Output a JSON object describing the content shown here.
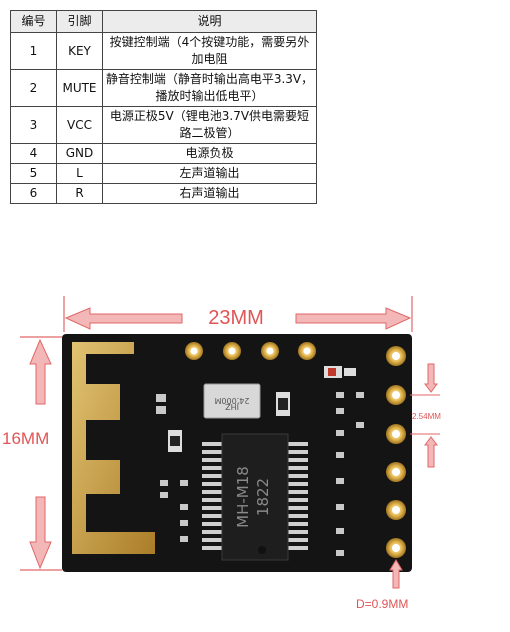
{
  "table": {
    "headers": [
      "编号",
      "引脚",
      "说明"
    ],
    "rows": [
      {
        "num": "1",
        "pin": "KEY",
        "desc": "按键控制端（4个按键功能，需要另外加电阻"
      },
      {
        "num": "2",
        "pin": "MUTE",
        "desc": "静音控制端（静音时输出高电平3.3V，播放时输出低电平）"
      },
      {
        "num": "3",
        "pin": "VCC",
        "desc": "电源正极5V（锂电池3.7V供电需要短路二极管）"
      },
      {
        "num": "4",
        "pin": "GND",
        "desc": "电源负极"
      },
      {
        "num": "5",
        "pin": "L",
        "desc": "左声道输出"
      },
      {
        "num": "6",
        "pin": "R",
        "desc": "右声道输出"
      }
    ]
  },
  "figure": {
    "width_label": "23MM",
    "height_label": "16MM",
    "pitch_label": "2.54MM",
    "diameter_label": "D=0.9MM",
    "chip_marking_1": "MH-M18",
    "chip_marking_2": "1822",
    "crystal_marking_1": "24.000M",
    "crystal_marking_2": "JHZ",
    "colors": {
      "arrow": "#d9534f",
      "board": "#141414",
      "pad_gold": "#e0b24a",
      "antenna_gold": "#c9a040"
    }
  }
}
